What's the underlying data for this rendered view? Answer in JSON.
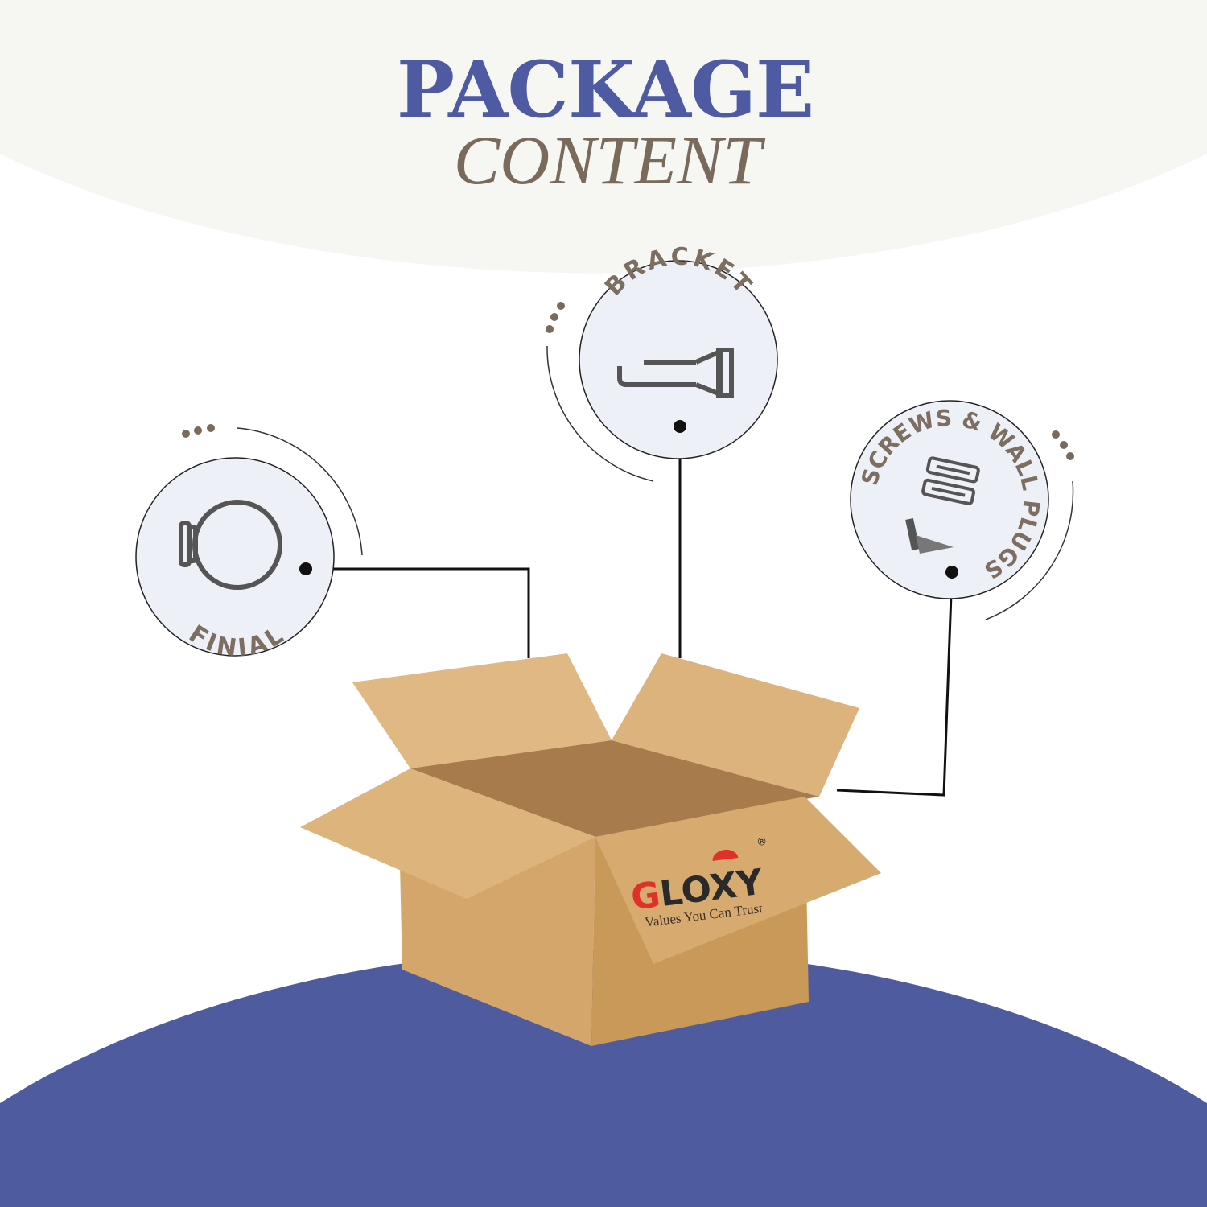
{
  "header": {
    "title_line1": "PACKAGE",
    "title_line2": "CONTENT"
  },
  "items": [
    {
      "label": "FINIAL",
      "icon": "finial-icon"
    },
    {
      "label": "BRACKET",
      "icon": "bracket-icon"
    },
    {
      "label": "SCREWS & WALL PLUGS",
      "icon": "screws-wall-plugs-icon"
    }
  ],
  "brand": {
    "name_first": "G",
    "name_rest": "LOXY",
    "registered": "®",
    "tagline": "Values You Can Trust"
  },
  "colors": {
    "title_blue": "#4e5ba3",
    "title_brown": "#7a6a5c",
    "circle_fill": "#eef0f8",
    "floor_blue": "#4f5b9f",
    "top_bg": "#f6f6f3",
    "box": "#d9ae78",
    "logo_red": "#e0302a"
  }
}
